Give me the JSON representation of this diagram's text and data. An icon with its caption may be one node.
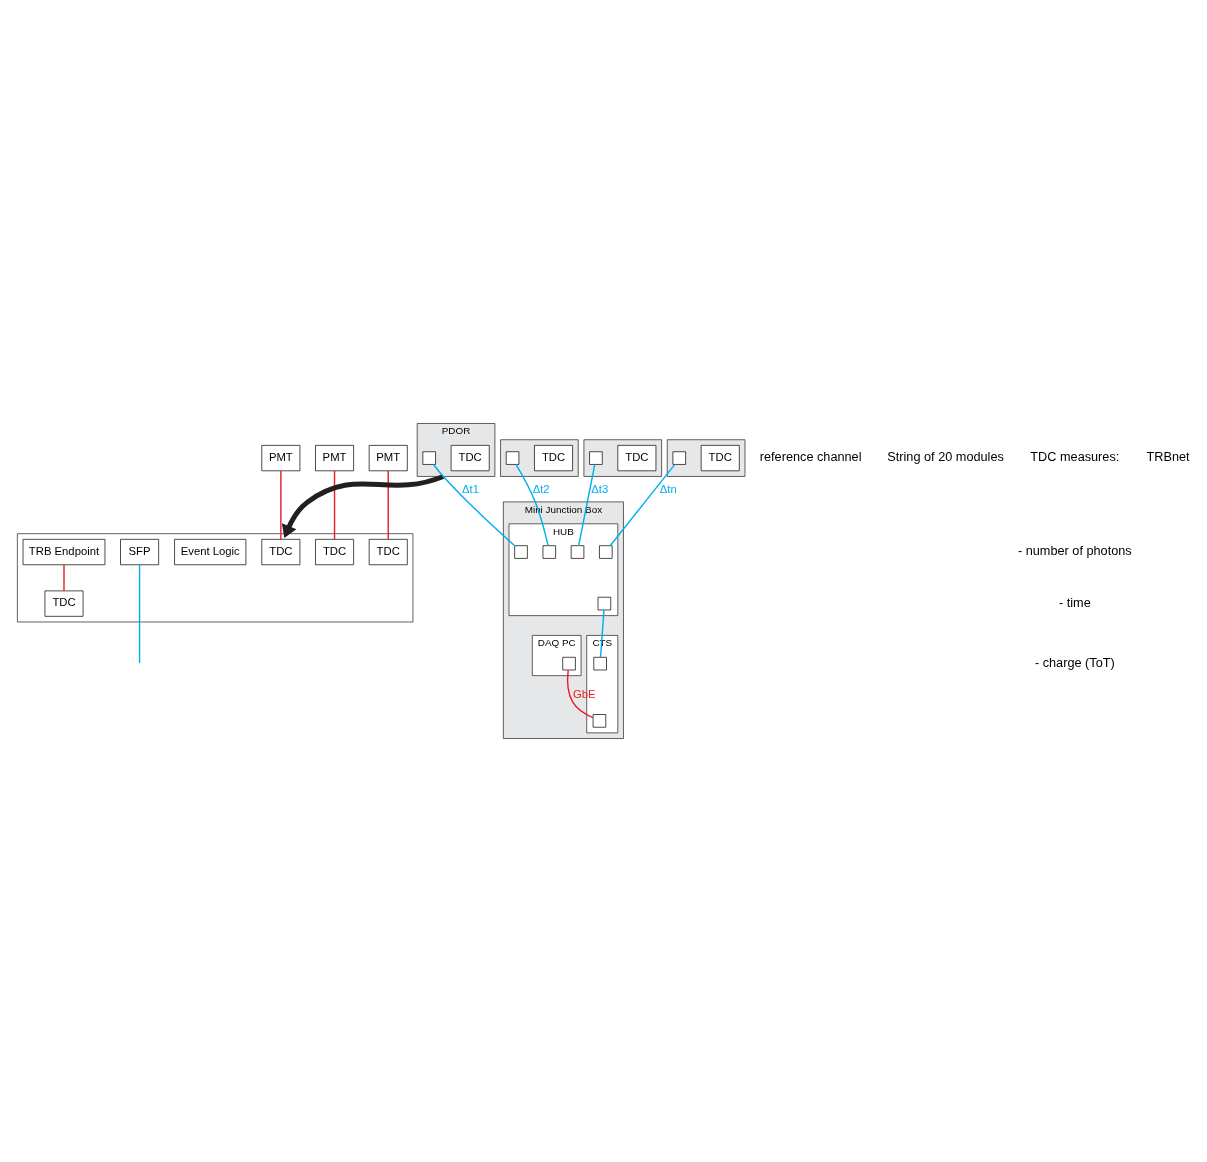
{
  "diagram": {
    "nodes": [
      {
        "text": [],
        "shape": "box"
      },
      {
        "text": [
          "PMT"
        ]
      },
      {
        "text": [
          "PMT"
        ]
      },
      {
        "text": [
          "PMT"
        ]
      },
      {
        "text": [
          "TDC"
        ],
        "in": 0
      },
      {
        "text": [
          "TDC"
        ],
        "in": 0
      },
      {
        "text": [
          "TDC"
        ],
        "in": 0
      },
      {
        "text": [
          "TDC"
        ],
        "in": 0
      },
      {
        "text": [
          "Event Logic"
        ],
        "in": 0
      },
      {
        "text": [
          "TRB Endpoint"
        ],
        "in": 0
      },
      {
        "text": [
          "SFP"
        ],
        "in": 0
      },
      {
        "text": [
          "PDOR"
        ]
      },
      {
        "text": [
          "TDC"
        ],
        "in": 11
      },
      {
        "text": [],
        "shape": "box",
        "in": 11
      },
      {
        "text": [],
        "shape": "box"
      },
      {
        "text": [
          "TDC"
        ],
        "in": 14
      },
      {
        "text": [],
        "shape": "box",
        "in": 14
      },
      {
        "text": [],
        "shape": "box"
      },
      {
        "text": [
          "TDC"
        ],
        "in": 17
      },
      {
        "text": [],
        "shape": "box",
        "in": 17
      },
      {
        "text": [],
        "shape": "box"
      },
      {
        "text": [
          "TDC"
        ],
        "in": 20
      },
      {
        "text": [],
        "shape": "box",
        "in": 20
      },
      {
        "text": [
          "Mini Junction Box"
        ]
      },
      {
        "text": [
          "HUB"
        ],
        "in": 23
      },
      {
        "text": [],
        "shape": "box",
        "in": 24
      },
      {
        "text": [],
        "shape": "box",
        "in": 24
      },
      {
        "text": [],
        "shape": "box",
        "in": 24
      },
      {
        "text": [],
        "shape": "box",
        "in": 24
      },
      {
        "text": [],
        "shape": "box",
        "in": 24
      },
      {
        "text": [
          "DAQ PC"
        ],
        "in": 23
      },
      {
        "text": [],
        "shape": "box",
        "in": 30
      },
      {
        "text": [
          "CTS"
        ],
        "in": 23
      },
      {
        "text": [],
        "shape": "box",
        "in": 32
      },
      {
        "text": [],
        "shape": "box",
        "in": 32
      }
    ],
    "edges": [
      {
        "from": 1,
        "to": 4,
        "arrow": "none",
        "color": "#ed1c24"
      },
      {
        "from": 2,
        "to": 5,
        "arrow": "none",
        "color": "#ed1c24"
      },
      {
        "from": 3,
        "to": 6,
        "arrow": "none",
        "color": "#ed1c24"
      },
      {
        "from": 9,
        "to": 7,
        "arrow": "none",
        "color": "#ed1c24"
      },
      {
        "from": 10,
        "to": null,
        "arrow": "none",
        "color": "#00aeef"
      },
      {
        "from": 11,
        "to": 0,
        "arrow": "to",
        "style": "thick",
        "color": "#231f20"
      },
      {
        "from": 13,
        "to": 28,
        "arrow": "none",
        "label": "Δt1",
        "color": "#00aeef"
      },
      {
        "from": 16,
        "to": 27,
        "arrow": "none",
        "label": "Δt2",
        "color": "#00aeef"
      },
      {
        "from": 19,
        "to": 26,
        "arrow": "none",
        "label": "Δt3",
        "color": "#00aeef"
      },
      {
        "from": 22,
        "to": 25,
        "arrow": "none",
        "label": "Δtn",
        "color": "#00aeef"
      },
      {
        "from": 29,
        "to": 33,
        "arrow": "none",
        "color": "#00aeef"
      },
      {
        "from": 31,
        "to": 34,
        "arrow": "none",
        "label": "GbE",
        "color": "#ed1c24"
      }
    ],
    "labels": [
      "reference channel",
      "String of 20 modules",
      "TDC measures:",
      "- number of photons",
      "- time",
      "- charge (ToT)",
      "TRBnet"
    ]
  }
}
